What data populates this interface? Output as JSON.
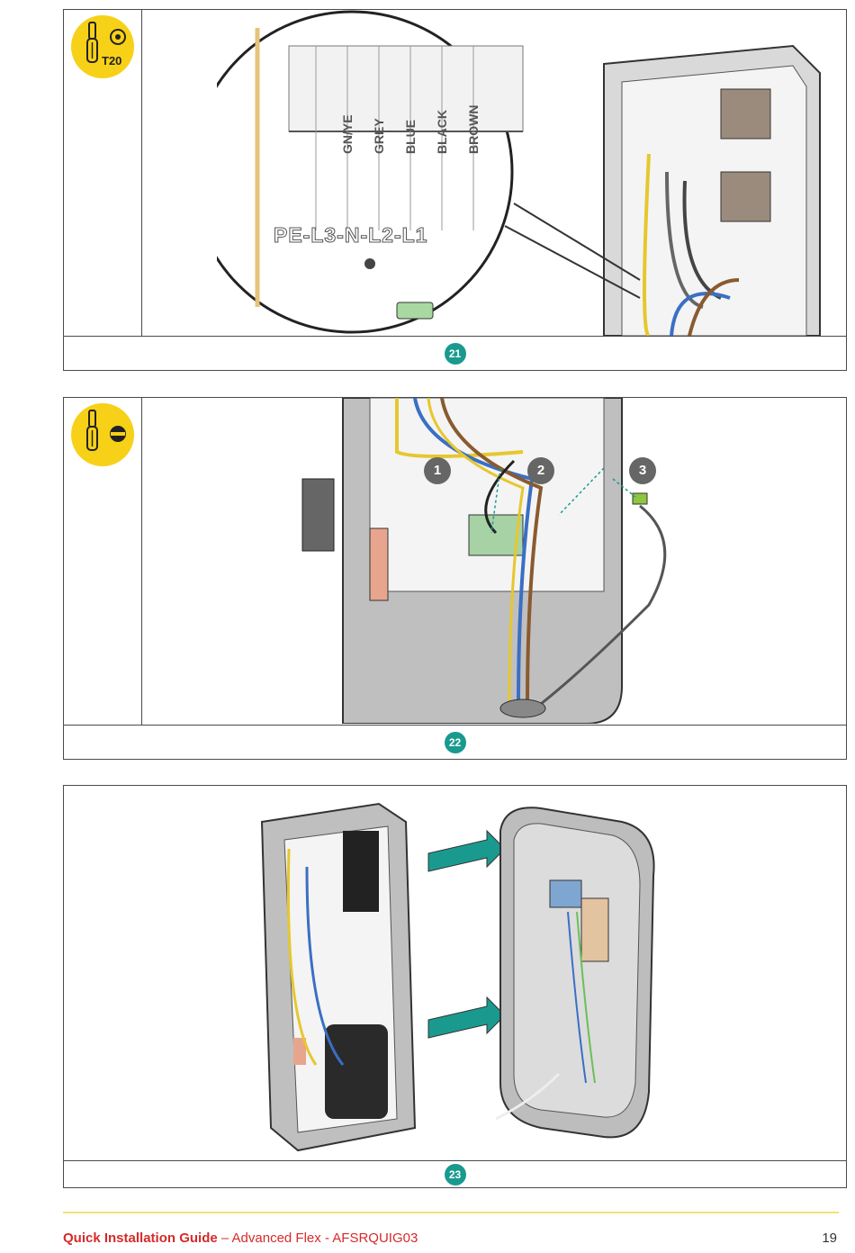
{
  "steps": [
    {
      "number": "21",
      "tool_icon": "torx-screwdriver-icon",
      "tool_label": "T20"
    },
    {
      "number": "22",
      "tool_icon": "flat-screwdriver-icon"
    },
    {
      "number": "23"
    }
  ],
  "step21": {
    "wire_labels": [
      "GN/YE",
      "GREY",
      "BLUE",
      "BLACK",
      "BROWN"
    ],
    "terminal_code": "PE-L3-N-L2-L1"
  },
  "step22": {
    "callouts": [
      "1",
      "2",
      "3"
    ]
  },
  "footer": {
    "title": "Quick Installation Guide",
    "subtitle": " – Advanced Flex - AFSRQUIG03",
    "page": "19"
  },
  "colors": {
    "accent": "#1a9a8f",
    "tool_badge": "#f7d117",
    "footer_text": "#d62a2a",
    "footer_rule": "#f4df76"
  }
}
